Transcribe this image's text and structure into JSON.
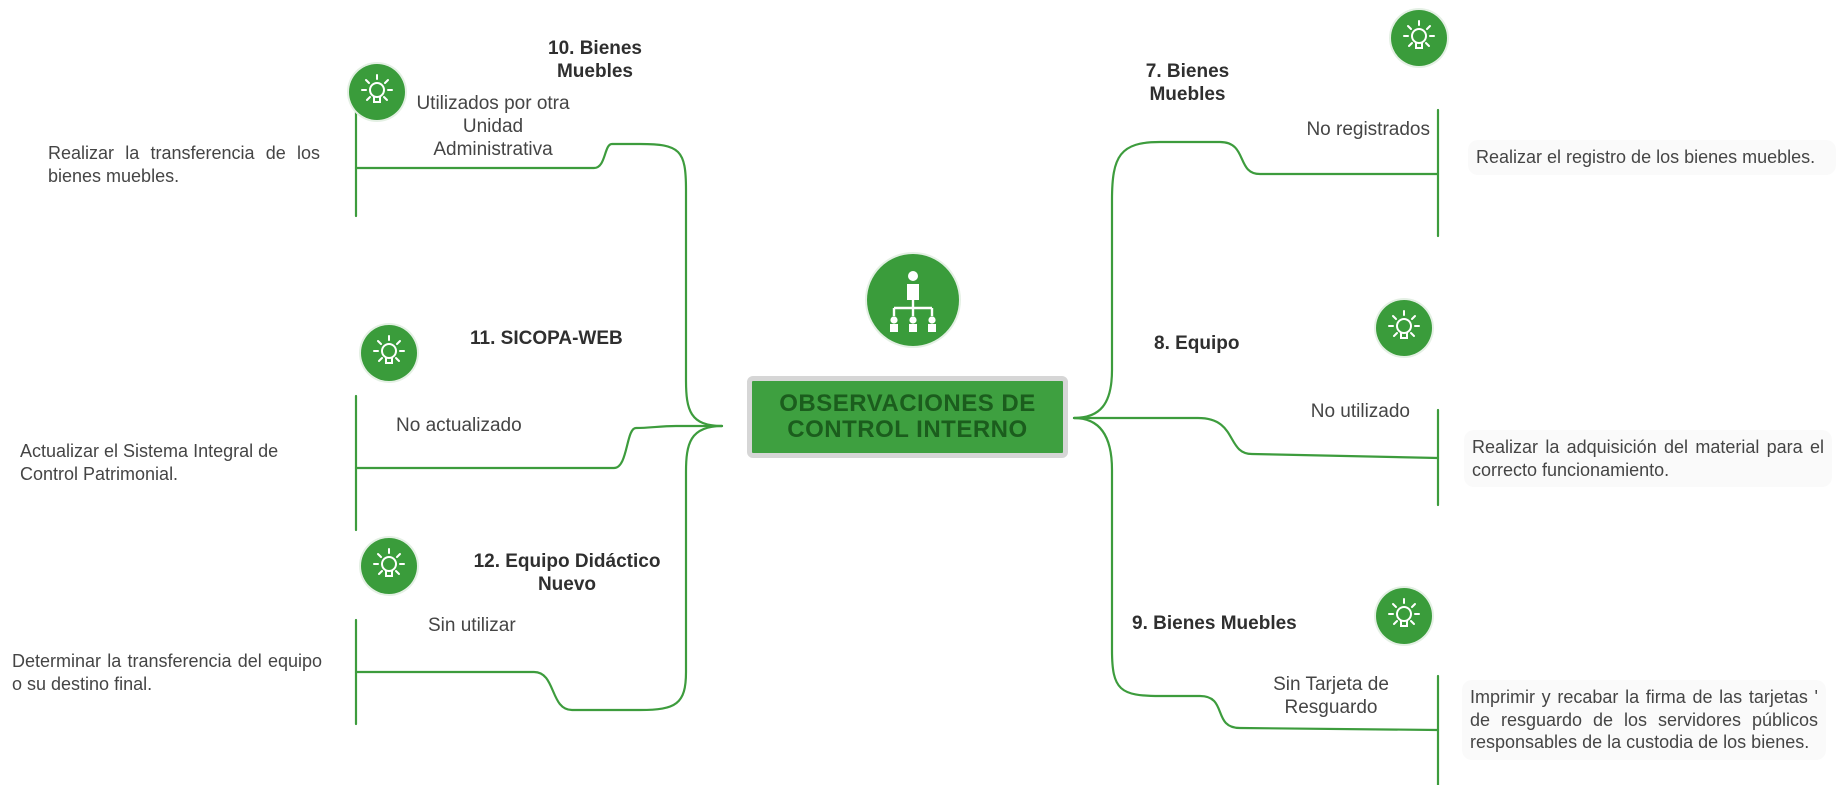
{
  "center": {
    "title": "OBSERVACIONES DE\nCONTROL INTERNO",
    "icon": "org-chart-icon"
  },
  "branches": {
    "b7": {
      "title": "7. Bienes Muebles",
      "condition": "No registrados",
      "action": "Realizar el registro de los bienes muebles.",
      "icon": "lightbulb-icon"
    },
    "b8": {
      "title": "8. Equipo",
      "condition": "No utilizado",
      "action": "Realizar la adquisición del material para el correcto funcionamiento.",
      "icon": "lightbulb-icon"
    },
    "b9": {
      "title": "9. Bienes Muebles",
      "condition": "Sin Tarjeta de Resguardo",
      "action": "Imprimir y recabar la firma de las tarjetas ' de resguardo de los servidores públicos responsables de la custodia de los bienes.",
      "icon": "lightbulb-icon"
    },
    "b10": {
      "title": "10. Bienes Muebles",
      "condition": "Utilizados por otra Unidad Administrativa",
      "action": "Realizar la transferencia de los bienes muebles.",
      "icon": "lightbulb-icon"
    },
    "b11": {
      "title": "11. SICOPA-WEB",
      "condition": "No actualizado",
      "action": "Actualizar el Sistema Integral de Control Patrimonial.",
      "icon": "lightbulb-icon"
    },
    "b12": {
      "title": "12. Equipo Didáctico Nuevo",
      "condition": "Sin utilizar",
      "action": "Determinar la transferencia del equipo o su destino final.",
      "icon": "lightbulb-icon"
    }
  },
  "colors": {
    "accent": "#3ea040",
    "line": "#3d9c3d",
    "center_text": "#1b5d1d"
  }
}
